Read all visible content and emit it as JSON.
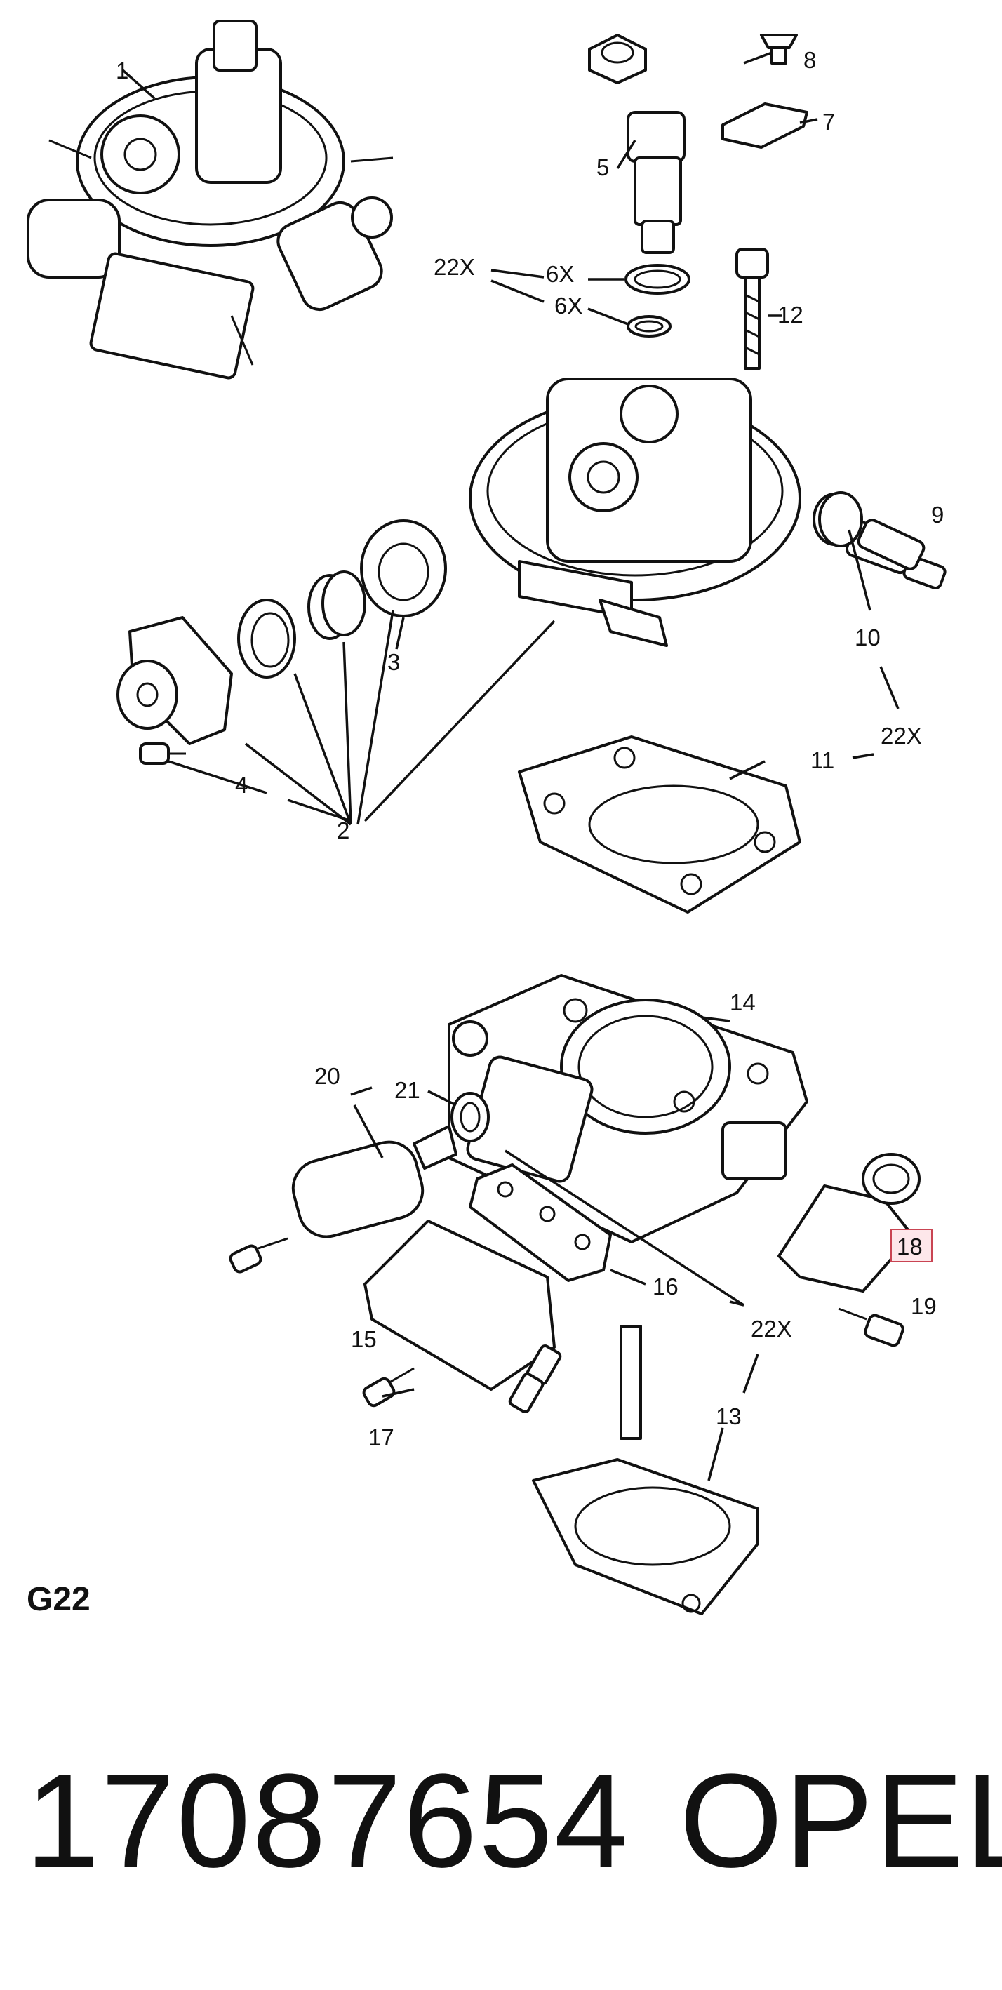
{
  "diagram": {
    "group_label": "G22",
    "callouts": {
      "c1": "1",
      "c2": "2",
      "c3": "3",
      "c4": "4",
      "c5": "5",
      "c6x_a": "6X",
      "c6x_b": "6X",
      "c7": "7",
      "c8": "8",
      "c9": "9",
      "c10": "10",
      "c11": "11",
      "c12": "12",
      "c13": "13",
      "c14": "14",
      "c15": "15",
      "c16": "16",
      "c17": "17",
      "c18": "18",
      "c19": "19",
      "c20": "20",
      "c21": "21",
      "c22x_a": "22X",
      "c22x_b": "22X",
      "c22x_c": "22X"
    },
    "highlighted_callout": "18",
    "highlight_color": "#c94452"
  },
  "footer": {
    "part_number": "17087654",
    "brand": "OPEL"
  }
}
